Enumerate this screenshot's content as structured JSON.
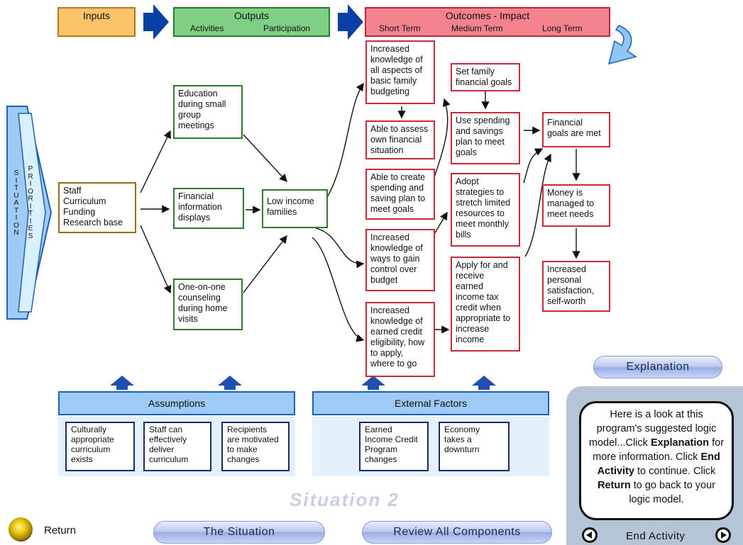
{
  "header": {
    "inputs": "Inputs",
    "outputs": "Outputs",
    "outputs_sub": [
      "Activities",
      "Participation"
    ],
    "outcomes": "Outcomes - Impact",
    "outcomes_sub": [
      "Short Term",
      "Medium Term",
      "Long Term"
    ]
  },
  "situation_letters": [
    "S",
    "I",
    "T",
    "U",
    "A",
    "T",
    "I",
    "O",
    "N"
  ],
  "priorities_letters": [
    "P",
    "R",
    "I",
    "O",
    "R",
    "I",
    "T",
    "I",
    "E",
    "S"
  ],
  "inputs": {
    "lines": [
      "Staff",
      "Curriculum",
      "Funding",
      "Research base"
    ]
  },
  "activities": [
    {
      "lines": [
        "Education",
        "during small",
        "group",
        "meetings"
      ]
    },
    {
      "lines": [
        "Financial",
        "information",
        "displays"
      ]
    },
    {
      "lines": [
        "One-on-one",
        "counseling",
        "during home",
        "visits"
      ]
    }
  ],
  "participation": {
    "lines": [
      "Low income",
      "families"
    ]
  },
  "short_term": [
    {
      "lines": [
        "Increased",
        "knowledge of",
        "all aspects of",
        "basic family",
        "budgeting"
      ]
    },
    {
      "lines": [
        "Able to assess",
        "own financial",
        "situation"
      ]
    },
    {
      "lines": [
        "Able to create",
        "spending and",
        "saving plan to",
        "meet goals"
      ]
    },
    {
      "lines": [
        "Increased",
        "knowledge of",
        "ways to gain",
        "control over",
        "budget"
      ]
    },
    {
      "lines": [
        "Increased",
        "knowledge of",
        "earned credit",
        "eligibility, how",
        "to apply,",
        "where to go"
      ]
    }
  ],
  "medium_term": [
    {
      "lines": [
        "Set family",
        "financial goals"
      ]
    },
    {
      "lines": [
        "Use spending",
        "and savings",
        "plan to meet",
        "goals"
      ]
    },
    {
      "lines": [
        "Adopt",
        "strategies to",
        "stretch limited",
        "resources to",
        "meet monthly",
        "bills"
      ]
    },
    {
      "lines": [
        "Apply for and",
        "receive",
        "earned",
        "income tax",
        "credit when",
        "appropriate to",
        "increase",
        "income"
      ]
    }
  ],
  "long_term": [
    {
      "lines": [
        "Financial",
        "goals are met"
      ]
    },
    {
      "lines": [
        "Money is",
        "managed to",
        "meet needs"
      ]
    },
    {
      "lines": [
        "Increased",
        "personal",
        "satisfaction,",
        "self-worth"
      ]
    }
  ],
  "assumptions": {
    "title": "Assumptions",
    "items": [
      {
        "lines": [
          "Culturally",
          "appropriate",
          "curriculum",
          "exists"
        ]
      },
      {
        "lines": [
          "Staff can",
          "effectively",
          "deliver",
          "curriculum"
        ]
      },
      {
        "lines": [
          "Recipients",
          "are motivated",
          "to make",
          "changes"
        ]
      }
    ]
  },
  "external": {
    "title": "External Factors",
    "items": [
      {
        "lines": [
          "Earned",
          "Income Credit",
          "Program",
          "changes"
        ]
      },
      {
        "lines": [
          "Economy",
          "takes a",
          "downturn"
        ]
      }
    ]
  },
  "situation_label": "Situation 2",
  "buttons": {
    "explanation": "Explanation",
    "situation": "The Situation",
    "review": "Review All Components",
    "return": "Return",
    "end_activity": "End Activity"
  },
  "info": {
    "part1": "Here is a look at this program's suggested logic model...Click ",
    "bold1": "Explanation",
    "part2": " for more information. Click ",
    "bold2": "End Activity",
    "part3": " to continue. Click ",
    "bold3": "Return",
    "part4": " to go back to your logic model."
  },
  "colors": {
    "inputs_header": "#fbc36a",
    "outputs_header": "#7fcf85",
    "outcomes_header": "#f4838f",
    "arrow_blue": "#0a3fa6",
    "red_border": "#c62b3b",
    "green_border": "#2d7a2d",
    "brown_border": "#9a6a22"
  }
}
